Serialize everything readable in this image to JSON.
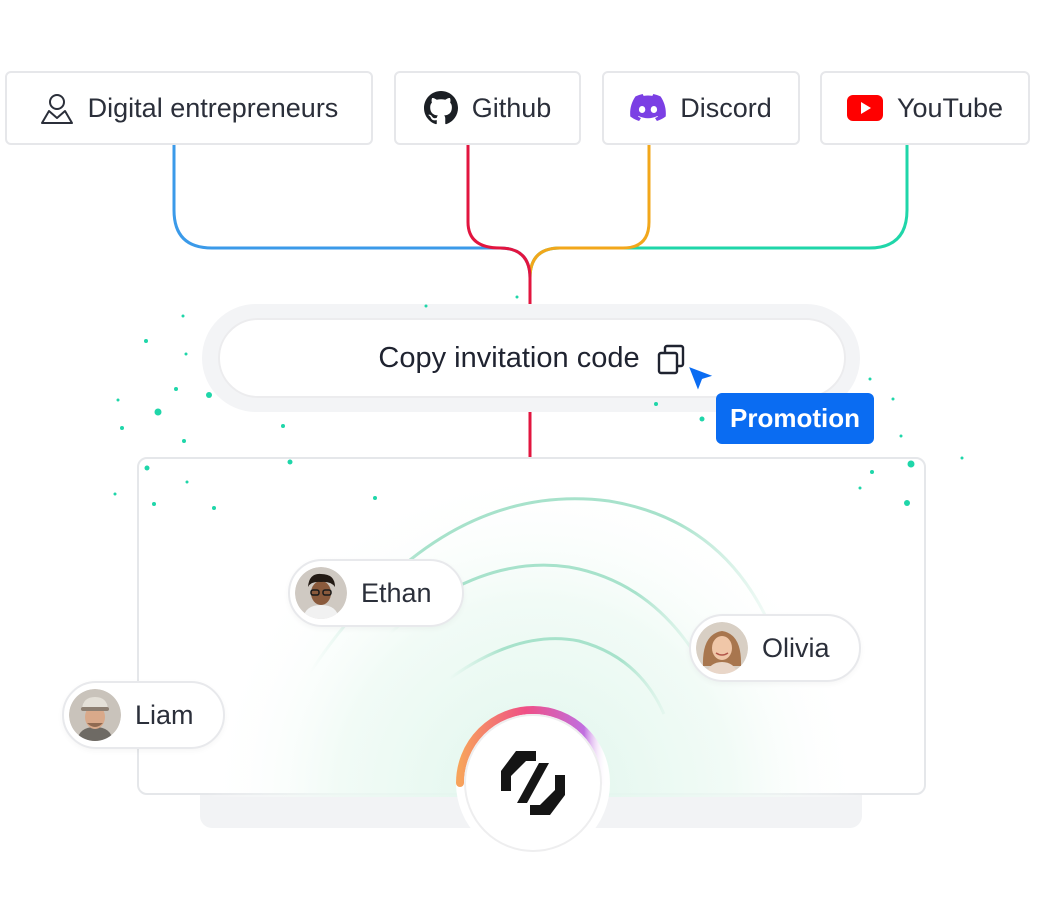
{
  "sources": [
    {
      "label": "Digital entrepreneurs",
      "icon": "user-icon",
      "color": "#3b9ae9"
    },
    {
      "label": "Github",
      "icon": "github-icon",
      "color": "#e2153f"
    },
    {
      "label": "Discord",
      "icon": "discord-icon",
      "color": "#f2a71b"
    },
    {
      "label": "YouTube",
      "icon": "youtube-icon",
      "color": "#1fd6a9"
    }
  ],
  "invite": {
    "label": "Copy invitation code",
    "icon": "copy-icon",
    "cursor_icon": "cursor-arrow-icon"
  },
  "promo": {
    "label": "Promotion",
    "color": "#0a6cf2"
  },
  "people": [
    {
      "name": "Ethan",
      "icon": "avatar"
    },
    {
      "name": "Olivia",
      "icon": "avatar"
    },
    {
      "name": "Liam",
      "icon": "avatar"
    }
  ],
  "hub": {
    "icon": "brand-logo-icon"
  },
  "colors": {
    "accent": "#0a6cf2",
    "teal": "#1fd6a9",
    "particle": "#1fd6a9"
  }
}
